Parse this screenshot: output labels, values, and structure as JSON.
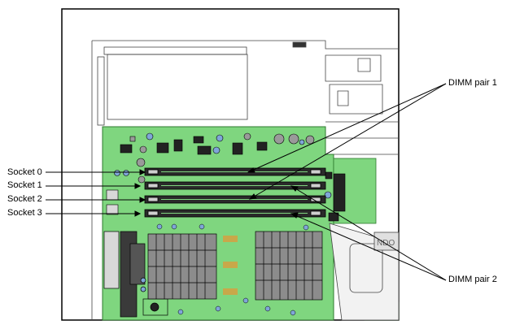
{
  "labels": {
    "socket_0": "Socket 0",
    "socket_1": "Socket 1",
    "socket_2": "Socket 2",
    "socket_3": "Socket 3",
    "dimm_pair_1": "DIMM pair 1",
    "dimm_pair_2": "DIMM pair 2"
  },
  "board_panel_text": "NDO",
  "colors": {
    "board": "#7fd67f",
    "board_dark": "#3e9a3e",
    "chassis": "#ffffff",
    "outline": "#000000",
    "socket": "#1c1c1c",
    "component_gray": "#9a9a9a",
    "component_blue": "#7fa6d8",
    "heatsink": "#8c8c8c",
    "pad": "#c8a84a"
  }
}
